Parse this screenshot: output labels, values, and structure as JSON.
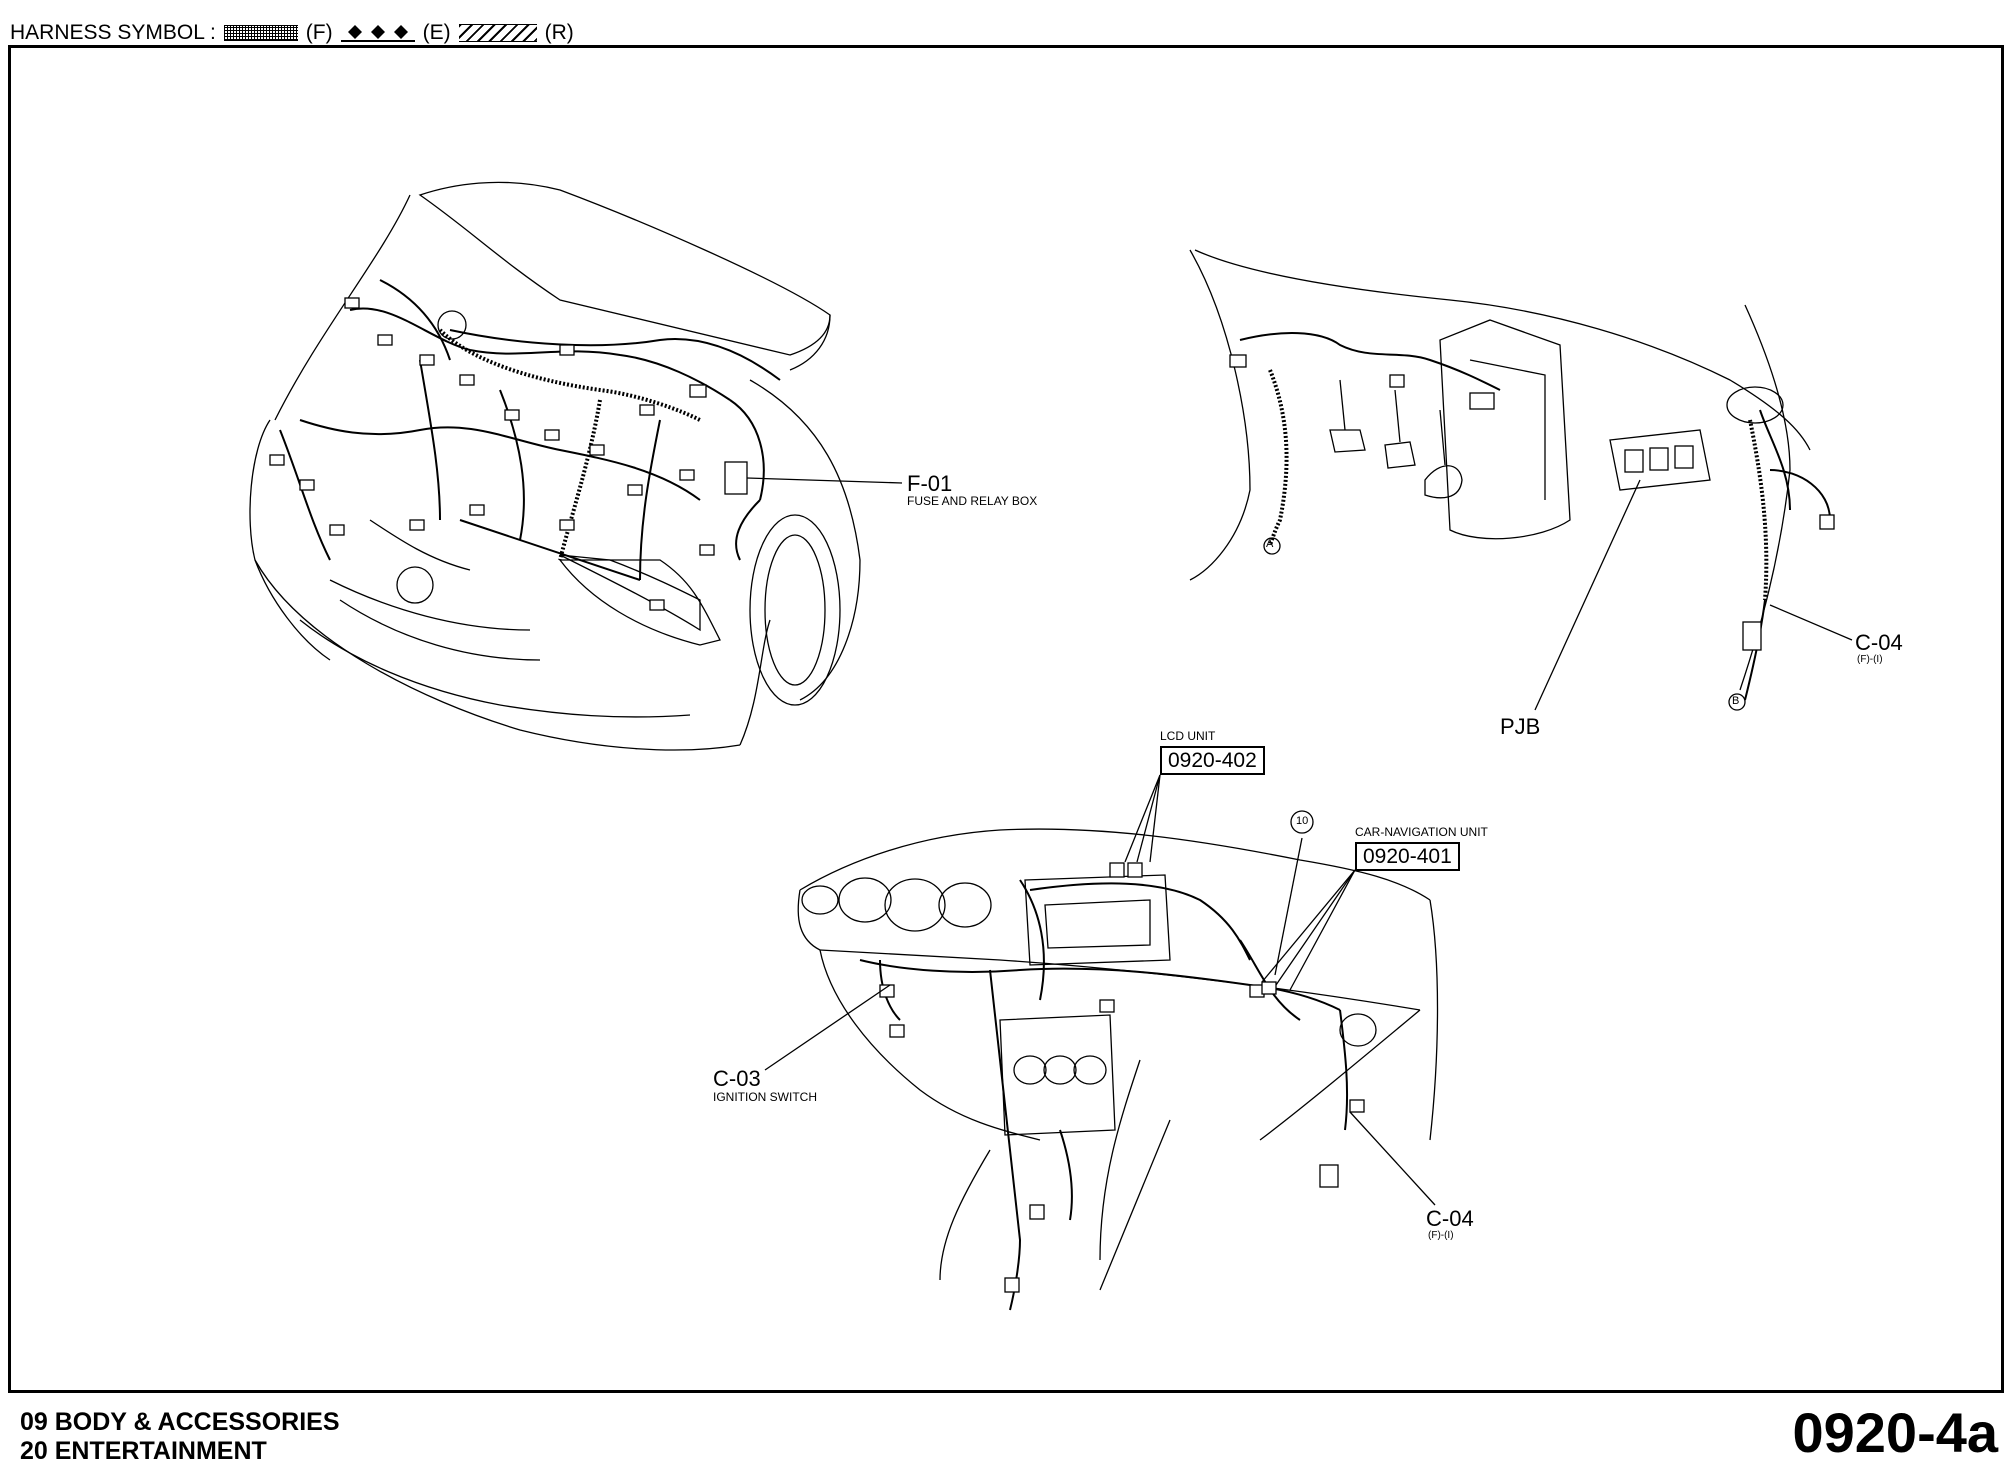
{
  "header": {
    "title": "HARNESS SYMBOL :",
    "symbols": [
      {
        "code": "(F)",
        "pattern": "dotted"
      },
      {
        "code": "(E)",
        "pattern": "diamond"
      },
      {
        "code": "(R)",
        "pattern": "hatched"
      }
    ]
  },
  "labels": {
    "f01_code": "F-01",
    "f01_desc": "FUSE AND RELAY BOX",
    "pjb": "PJB",
    "c04_top_code": "C-04",
    "c04_top_sub": "(F)-(I)",
    "marker_a": "A",
    "marker_b": "B",
    "lcd_title": "LCD UNIT",
    "lcd_ref": "0920-402",
    "nav_title": "CAR-NAVIGATION UNIT",
    "nav_ref": "0920-401",
    "marker_10": "10",
    "c03_code": "C-03",
    "c03_desc": "IGNITION SWITCH",
    "c04_bottom_code": "C-04",
    "c04_bottom_sub": "(F)-(I)"
  },
  "footer": {
    "line1": "09  BODY & ACCESSORIES",
    "line2": "20  ENTERTAINMENT",
    "page": "0920-4a"
  }
}
